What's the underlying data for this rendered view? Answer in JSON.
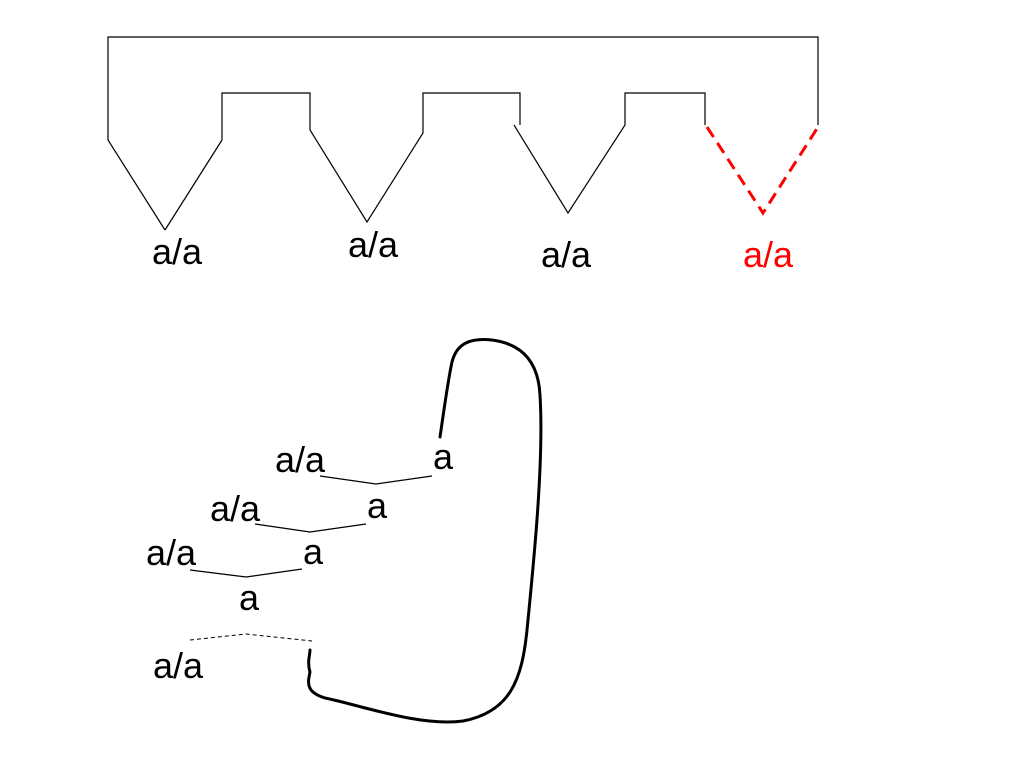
{
  "top_diagram": {
    "labels": [
      "a/a",
      "a/a",
      "a/a",
      "a/a"
    ],
    "highlight_color": "#ff0000"
  },
  "bottom_diagram": {
    "left_labels": [
      "a/a",
      "a/a",
      "a/a",
      "a/a"
    ],
    "right_labels": [
      "a",
      "a",
      "a",
      "a"
    ]
  }
}
